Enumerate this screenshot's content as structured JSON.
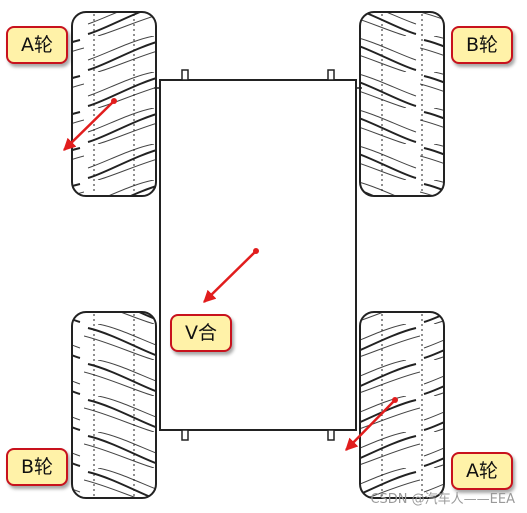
{
  "labels": {
    "front_left": "A轮",
    "front_right": "B轮",
    "rear_left": "B轮",
    "rear_right": "A轮",
    "center": "V合"
  },
  "watermark": "CSDN @汽车人——EEA",
  "colors": {
    "arrow": "#e11d1d",
    "label_fill": "#fff2a8",
    "label_border": "#c8121d",
    "line": "#222222"
  }
}
